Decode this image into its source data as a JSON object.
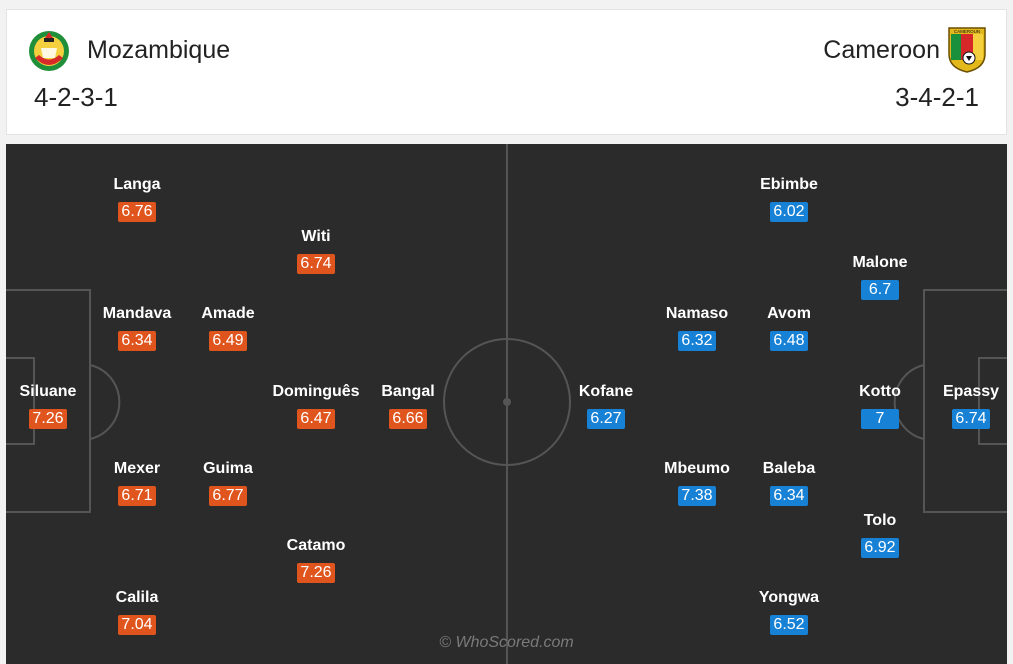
{
  "home_team": {
    "name": "Mozambique",
    "formation": "4-2-3-1",
    "badge_icon": "mozambique-crest-icon",
    "color": "#e0551d",
    "players": [
      {
        "name": "Siluane",
        "rating": "7.26"
      },
      {
        "name": "Langa",
        "rating": "6.76"
      },
      {
        "name": "Mandava",
        "rating": "6.34"
      },
      {
        "name": "Mexer",
        "rating": "6.71"
      },
      {
        "name": "Calila",
        "rating": "7.04"
      },
      {
        "name": "Amade",
        "rating": "6.49"
      },
      {
        "name": "Guima",
        "rating": "6.77"
      },
      {
        "name": "Witi",
        "rating": "6.74"
      },
      {
        "name": "Dominguês",
        "rating": "6.47"
      },
      {
        "name": "Catamo",
        "rating": "7.26"
      },
      {
        "name": "Bangal",
        "rating": "6.66"
      }
    ]
  },
  "away_team": {
    "name": "Cameroon",
    "formation": "3-4-2-1",
    "badge_icon": "cameroon-crest-icon",
    "badge_text": "CAMEROUN",
    "color": "#1781d6",
    "players": [
      {
        "name": "Epassy",
        "rating": "6.74"
      },
      {
        "name": "Malone",
        "rating": "6.7"
      },
      {
        "name": "Kotto",
        "rating": "7"
      },
      {
        "name": "Tolo",
        "rating": "6.92"
      },
      {
        "name": "Ebimbe",
        "rating": "6.02"
      },
      {
        "name": "Avom",
        "rating": "6.48"
      },
      {
        "name": "Baleba",
        "rating": "6.34"
      },
      {
        "name": "Yongwa",
        "rating": "6.52"
      },
      {
        "name": "Namaso",
        "rating": "6.32"
      },
      {
        "name": "Mbeumo",
        "rating": "7.38"
      },
      {
        "name": "Kofane",
        "rating": "6.27"
      }
    ]
  },
  "pitch": {
    "background": "#2b2b2b",
    "line_color": "#555555",
    "watermark": "© WhoScored.com"
  }
}
